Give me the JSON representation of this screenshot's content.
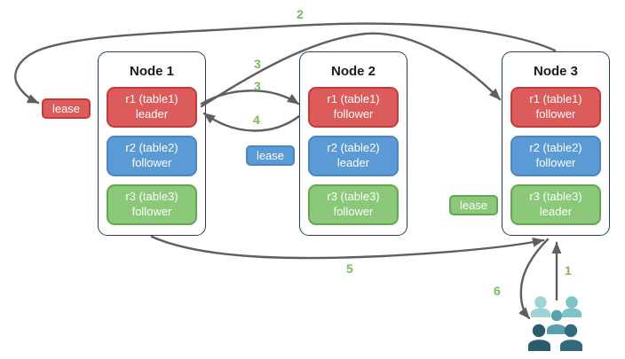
{
  "nodes": [
    {
      "title": "Node 1",
      "replicas": [
        {
          "line1": "r1 (table1)",
          "line2": "leader",
          "color": "red"
        },
        {
          "line1": "r2 (table2)",
          "line2": "follower",
          "color": "blue"
        },
        {
          "line1": "r3 (table3)",
          "line2": "follower",
          "color": "green"
        }
      ]
    },
    {
      "title": "Node 2",
      "replicas": [
        {
          "line1": "r1 (table1)",
          "line2": "follower",
          "color": "red"
        },
        {
          "line1": "r2 (table2)",
          "line2": "leader",
          "color": "blue"
        },
        {
          "line1": "r3 (table3)",
          "line2": "follower",
          "color": "green"
        }
      ]
    },
    {
      "title": "Node 3",
      "replicas": [
        {
          "line1": "r1 (table1)",
          "line2": "follower",
          "color": "red"
        },
        {
          "line1": "r2 (table2)",
          "line2": "follower",
          "color": "blue"
        },
        {
          "line1": "r3 (table3)",
          "line2": "leader",
          "color": "green"
        }
      ]
    }
  ],
  "leases": [
    {
      "label": "lease",
      "color": "red"
    },
    {
      "label": "lease",
      "color": "blue"
    },
    {
      "label": "lease",
      "color": "green"
    }
  ],
  "steps": [
    {
      "label": "1"
    },
    {
      "label": "2"
    },
    {
      "label": "3"
    },
    {
      "label": "3"
    },
    {
      "label": "4"
    },
    {
      "label": "5"
    },
    {
      "label": "6"
    }
  ],
  "icons": {
    "clients": "people-group-icon"
  },
  "colors": {
    "red_fill": "#dc5b5b",
    "red_border": "#c23c3c",
    "blue_fill": "#5b9bd5",
    "blue_border": "#4a86c0",
    "green_fill": "#8bc87a",
    "green_border": "#63a84f",
    "node_border": "#223f63",
    "arrow": "#5f5f5f",
    "step_label": "#7cb85e",
    "client_teal_light": "#9fd4d6",
    "client_teal_mid": "#58a0ad",
    "client_dark": "#2a5b6d"
  }
}
